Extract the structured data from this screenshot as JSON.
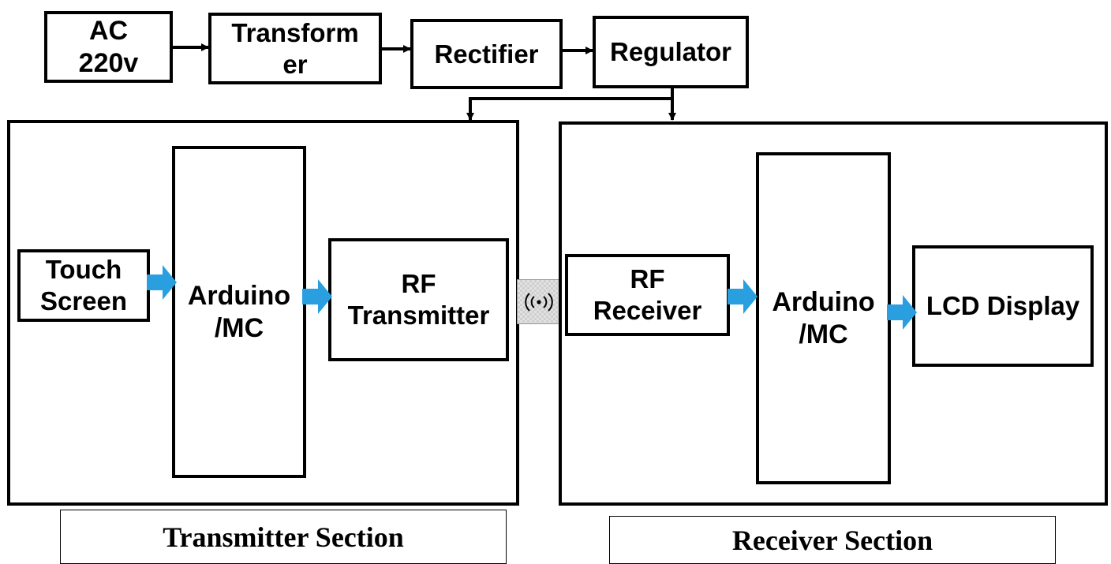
{
  "power_chain": {
    "ac_source": [
      "AC",
      "220v"
    ],
    "transformer": [
      "Transform",
      "er"
    ],
    "rectifier": "Rectifier",
    "regulator": "Regulator"
  },
  "transmitter": {
    "touch_screen": [
      "Touch",
      "Screen"
    ],
    "arduino": [
      "Arduino",
      "/MC"
    ],
    "rf_transmitter": [
      "RF",
      "Transmitter"
    ],
    "caption": "Transmitter Section"
  },
  "receiver": {
    "rf_receiver": [
      "RF",
      "Receiver"
    ],
    "arduino": [
      "Arduino",
      "/MC"
    ],
    "lcd_display": "LCD Display",
    "caption": "Receiver Section"
  },
  "colors": {
    "flow_arrow": "#2a9fe0",
    "line": "#000000"
  },
  "icons": {
    "wireless_link": "wireless-signal-icon"
  }
}
